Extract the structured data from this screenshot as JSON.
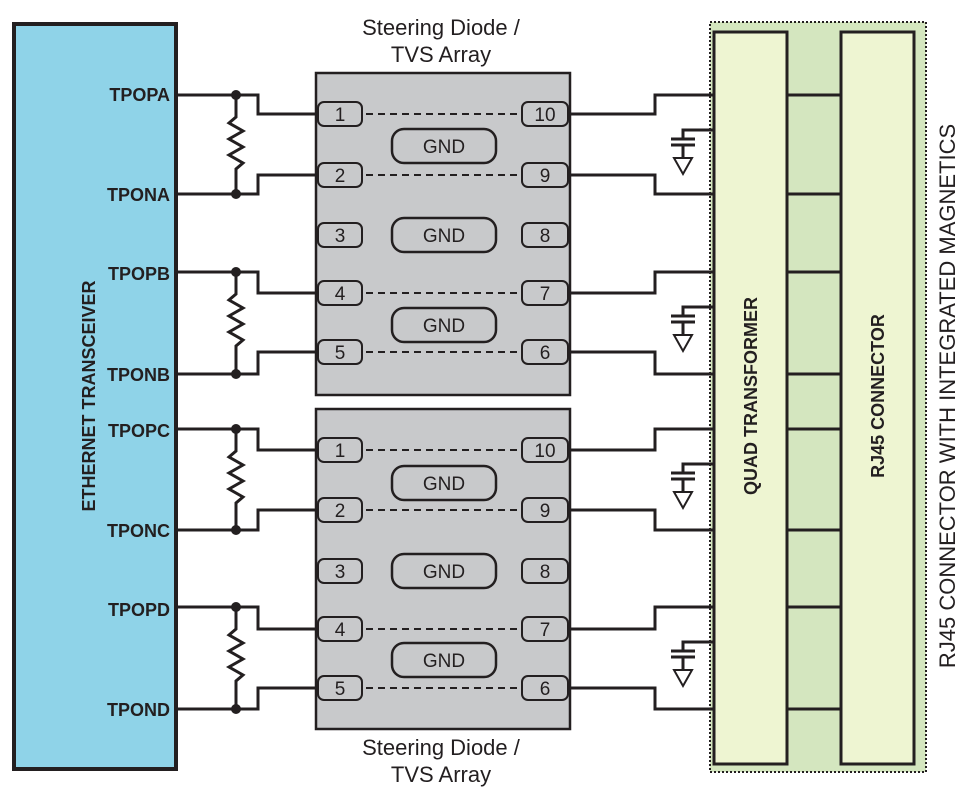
{
  "transceiver_label": "ETHERNET TRANSCEIVER",
  "signals": [
    "TPOPA",
    "TPONA",
    "TPOPB",
    "TPONB",
    "TPOPC",
    "TPONC",
    "TPOPD",
    "TPOND"
  ],
  "tvs_title_line1": "Steering Diode /",
  "tvs_title_line2": "TVS Array",
  "tvs_left_pins": [
    "1",
    "2",
    "3",
    "4",
    "5"
  ],
  "tvs_right_pins": [
    "10",
    "9",
    "8",
    "7",
    "6"
  ],
  "gnd_label": "GND",
  "transformer_label": "QUAD TRANSFORMER",
  "rj45_label": "RJ45 CONNECTOR",
  "magjack_label": "RJ45 CONNECTOR WITH INTEGRATED MAGNETICS",
  "colors": {
    "transceiver": "#8fd3e8",
    "tvs": "#c8c9cb",
    "magnetics": "#eef5d2",
    "magnetics_frame": "#d4e6bf",
    "ink": "#231f20"
  }
}
